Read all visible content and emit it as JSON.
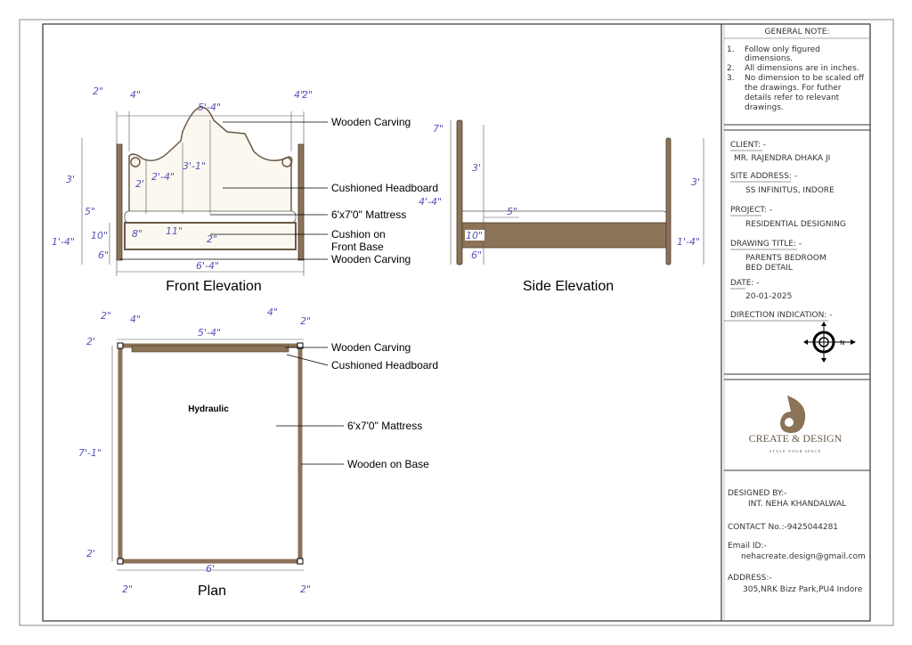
{
  "general_note": {
    "heading": "GENERAL NOTE:",
    "items": [
      [
        "1.",
        "Follow only figured",
        "dimensions."
      ],
      [
        "2.",
        "All dimensions are in inches."
      ],
      [
        "3.",
        "No dimension to be scaled off",
        "the drawings. For futher",
        "details refer to relevant",
        "drawings."
      ]
    ]
  },
  "title_block": {
    "client_label": "CLIENT: -",
    "client": "MR. RAJENDRA DHAKA JI",
    "site_label": "SITE ADDRESS: -",
    "site": "SS INFINITUS, INDORE",
    "project_label": "PROJECT: -",
    "project": "RESIDENTIAL DESIGNING",
    "drawing_label": "DRAWING TITLE: -",
    "drawing_1": "PARENTS BEDROOM",
    "drawing_2": "BED DETAIL",
    "date_label": "DATE: -",
    "date": "20-01-2025",
    "direction_label": "DIRECTION INDICATION: -",
    "logo_name": "CREATE & DESIGN",
    "logo_tagline": "STYLE YOUR SPACE",
    "designed_label": "DESIGNED BY:-",
    "designer": "INT. NEHA KHANDALWAL",
    "contact": "CONTACT No.:-9425044281",
    "email_label": "Email ID:-",
    "email": "nehacreate.design@gmail.com",
    "address_label": "ADDRESS:-",
    "address": "305,NRK Bizz Park,PU4 Indore"
  },
  "front": {
    "title": "Front Elevation",
    "labels": [
      "Wooden Carving",
      "Cushioned Headboard",
      "6'x7'0\" Mattress",
      "Cushion on",
      "Front Base",
      "Wooden Carving"
    ],
    "dims": [
      "2\"",
      "4\"",
      "5'-4\"",
      "4\"",
      "2\"",
      "3'",
      "3'-1\"",
      "2'-4\"",
      "2'",
      "5\"",
      "10\"",
      "1'-4\"",
      "6\"",
      "8\"",
      "11\"",
      "2\"",
      "6'-4\""
    ]
  },
  "side": {
    "title": "Side Elevation",
    "dims": [
      "7\"",
      "3'",
      "4'-4\"",
      "5\"",
      "10\"",
      "6\"",
      "3'",
      "1'-4\""
    ]
  },
  "plan": {
    "title": "Plan",
    "inner_text": "Hydraulic",
    "labels": [
      "Wooden Carving",
      "Cushioned Headboard",
      "6'x7'0\" Mattress",
      "Wooden on Base"
    ],
    "dims": [
      "2\"",
      "4\"",
      "5'-4\"",
      "4\"",
      "2\"",
      "2'",
      "7'-1\"",
      "2'",
      "6'",
      "2\"",
      "2\""
    ]
  },
  "colors": {
    "wood": "#8b7358",
    "dimension": "#5555bb",
    "logo": "#8b7358"
  }
}
